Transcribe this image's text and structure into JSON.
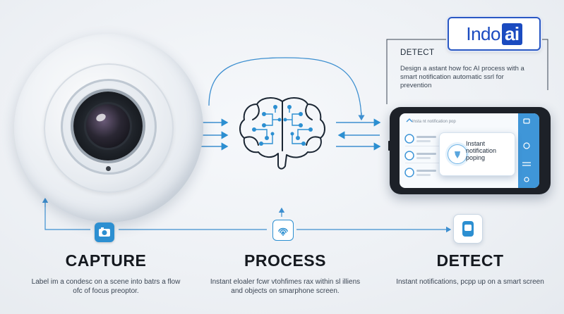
{
  "brand": {
    "name_main": "Indo",
    "name_accent": "ai"
  },
  "detect_panel": {
    "heading": "DETECT",
    "note": "Design a astant how foc AI process with a smart notification automatic ssrl for prevention"
  },
  "steps": [
    {
      "title": "CAPTURE",
      "description": "Label im a condesc on a scene into batrs a flow ofc of focus preoptor."
    },
    {
      "title": "PROCESS",
      "description": "Instant eloaler fcwr vtohfimes rax within sl illiens and objects on smarphone screen."
    },
    {
      "title": "DETECT",
      "description": "Instant notifications, pcpp up on a smart screen"
    }
  ],
  "phone": {
    "screen_caption": "Insta nt notification pop",
    "popup_text": "Instant notification poping"
  },
  "colors": {
    "accent": "#2c8fd1",
    "brand": "#1b4bc0",
    "ink": "#15191f"
  }
}
